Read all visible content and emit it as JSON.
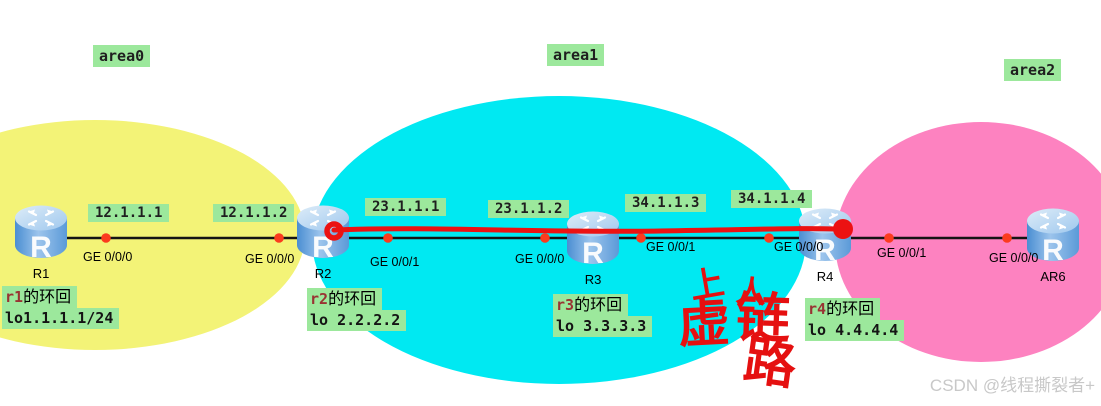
{
  "diagram": {
    "areas": [
      {
        "label": "area0",
        "fill": "#f3f377"
      },
      {
        "label": "area1",
        "fill": "#00e9f2"
      },
      {
        "label": "area2",
        "fill": "#fd82c0"
      }
    ],
    "routers": [
      {
        "name": "R1"
      },
      {
        "name": "R2"
      },
      {
        "name": "R3"
      },
      {
        "name": "R4"
      },
      {
        "name": "AR6"
      }
    ],
    "ip_labels": [
      "12.1.1.1",
      "12.1.1.2",
      "23.1.1.1",
      "23.1.1.2",
      "34.1.1.3",
      "34.1.1.4"
    ],
    "interfaces": [
      "GE 0/0/0",
      "GE 0/0/0",
      "GE 0/0/1",
      "GE 0/0/0",
      "GE 0/0/1",
      "GE 0/0/0",
      "GE 0/0/1",
      "GE 0/0/0"
    ],
    "loopbacks": [
      {
        "prefix": "r1",
        "title": "的环回",
        "address": "lo1.1.1.1/24"
      },
      {
        "prefix": "r2",
        "title": "的环回",
        "address": "lo 2.2.2.2"
      },
      {
        "prefix": "r3",
        "title": "的环回",
        "address": "lo 3.3.3.3"
      },
      {
        "prefix": "r4",
        "title": "的环回",
        "address": "lo 4.4.4.4"
      }
    ],
    "annotation": {
      "text": "虚链路",
      "stroke_top": "上",
      "stroke_mid": "人",
      "char1": "虚",
      "char2": "链",
      "char3": "路"
    },
    "watermark": "CSDN @线程撕裂者+",
    "colors": {
      "link": "#141414",
      "virtual_link": "#ec1212",
      "interface_dot": "#fb3b1e",
      "label_bg": "#9ce89c"
    }
  }
}
